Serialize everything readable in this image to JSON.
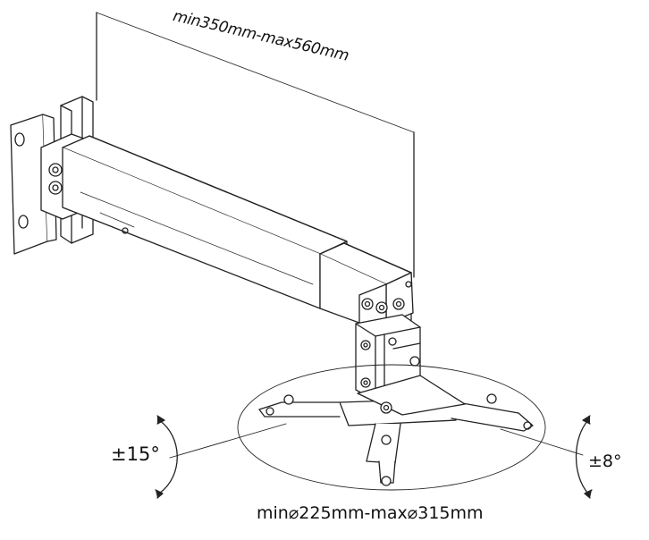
{
  "labels": {
    "arm_length": "min350mm-max560mm",
    "tilt_left": "±15°",
    "tilt_right": "±8°",
    "plate_diameter": "min⌀225mm-max⌀315mm"
  },
  "colors": {
    "line": "#222222",
    "fill": "#ffffff",
    "shade": "#d6d6d6"
  }
}
